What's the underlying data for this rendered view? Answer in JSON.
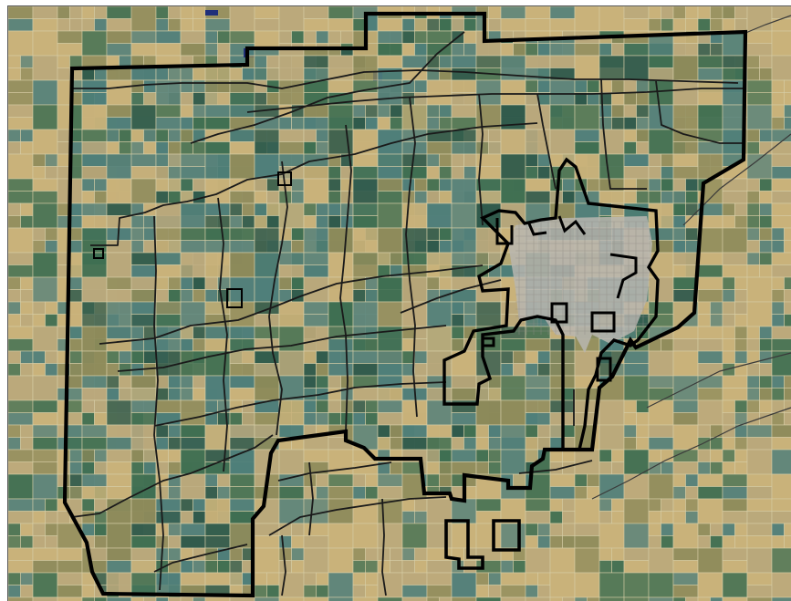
{
  "map": {
    "kind": "aerial-imagery",
    "colors": {
      "field_dry": "#b9a87c",
      "field_tan": "#c9b27a",
      "field_green": "#3f6f52",
      "field_teal": "#4f7f7a",
      "field_olive": "#8c8a5a",
      "field_dark": "#2f5a4c",
      "urban": "#b7b4ae",
      "water": "#1f2f7a",
      "boundary_line": "#000000",
      "ditch_line": "#1a1a1a"
    },
    "layers": [
      "irrigation-district-boundary",
      "canal-network",
      "city-area"
    ]
  }
}
